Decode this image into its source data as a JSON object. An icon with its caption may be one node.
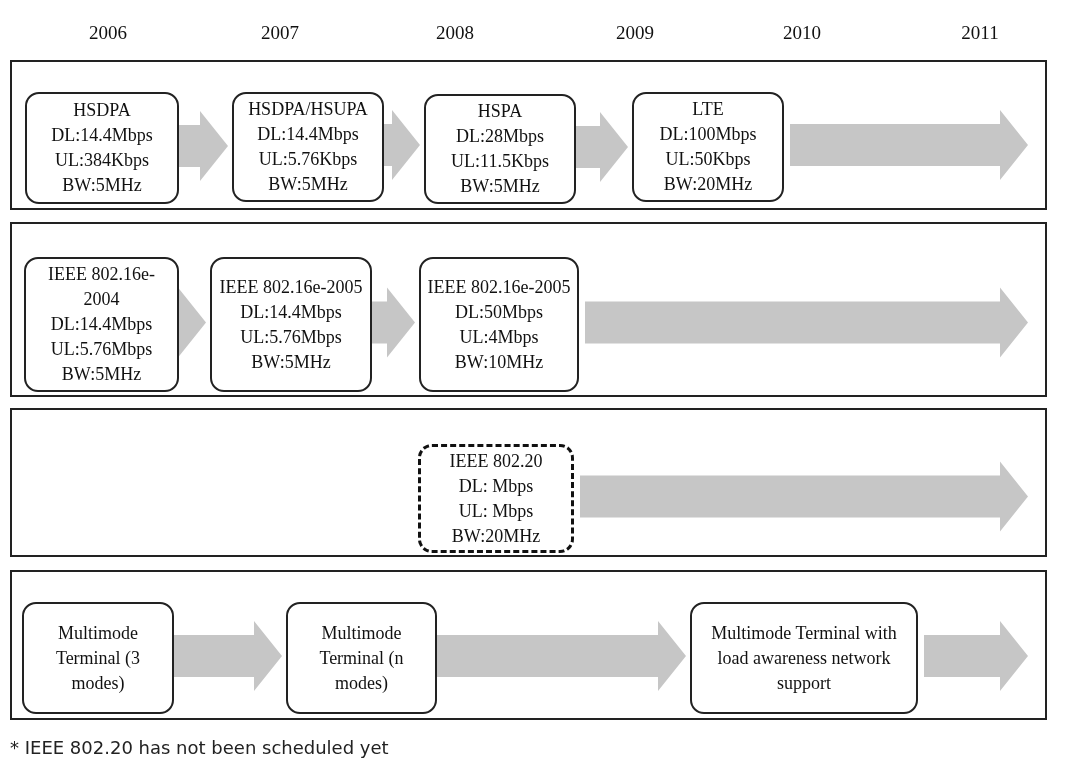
{
  "diagram": {
    "nodes": [
      {
        "text": [],
        "shape": "box"
      },
      {
        "text": [
          "HSDPA",
          "DL:14.4Mbps",
          "UL:384Kbps",
          "BW:5MHz"
        ],
        "in": 0
      },
      {
        "text": [
          "HSDPA/HSUPA",
          "DL:14.4Mbps",
          "UL:5.76Kbps",
          "BW:5MHz"
        ],
        "in": 0
      },
      {
        "text": [
          "HSPA",
          "DL:28Mbps",
          "UL:11.5Kbps",
          "BW:5MHz"
        ],
        "in": 0
      },
      {
        "text": [
          "LTE",
          "DL:100Mbps",
          "UL:50Kbps",
          "BW:20MHz"
        ],
        "in": 0
      },
      {
        "text": [],
        "shape": "box"
      },
      {
        "text": [
          "IEEE 802.16e-2004",
          "DL:14.4Mbps",
          "UL:5.76Mbps",
          "BW:5MHz"
        ],
        "in": 5
      },
      {
        "text": [
          "IEEE 802.16e-2005",
          "DL:14.4Mbps",
          "UL:5.76Mbps",
          "BW:5MHz"
        ],
        "in": 5
      },
      {
        "text": [
          "IEEE 802.16e-2005",
          "DL:50Mbps",
          "UL:4Mbps",
          "BW:10MHz"
        ],
        "in": 5
      },
      {
        "text": [],
        "shape": "box"
      },
      {
        "text": [
          "IEEE 802.20",
          "DL: Mbps",
          "UL: Mbps",
          "BW:20MHz"
        ],
        "in": 9
      },
      {
        "text": [],
        "shape": "box"
      },
      {
        "text": [
          "Multimode Terminal (3 modes)"
        ],
        "in": 11
      },
      {
        "text": [
          "Multimode Terminal (n modes)"
        ],
        "in": 11
      },
      {
        "text": [
          "Multimode Terminal with load awareness network support"
        ],
        "in": 11
      }
    ],
    "edges": [
      {
        "from": 1,
        "to": 2,
        "arrow": "to"
      },
      {
        "from": 2,
        "to": 3,
        "arrow": "to"
      },
      {
        "from": 3,
        "to": 4,
        "arrow": "to"
      },
      {
        "from": 4,
        "to": null,
        "arrow": "to"
      },
      {
        "from": 6,
        "to": 7,
        "arrow": "to"
      },
      {
        "from": 7,
        "to": 8,
        "arrow": "to"
      },
      {
        "from": 8,
        "to": null,
        "arrow": "to"
      },
      {
        "from": 10,
        "to": null,
        "arrow": "to"
      },
      {
        "from": 12,
        "to": 13,
        "arrow": "to"
      },
      {
        "from": 13,
        "to": 14,
        "arrow": "to"
      },
      {
        "from": 14,
        "to": null,
        "arrow": "to"
      }
    ],
    "labels": [
      "2006",
      "2007",
      "2008",
      "2009",
      "2010",
      "2011",
      "* IEEE 802.20 has not been scheduled yet"
    ]
  }
}
